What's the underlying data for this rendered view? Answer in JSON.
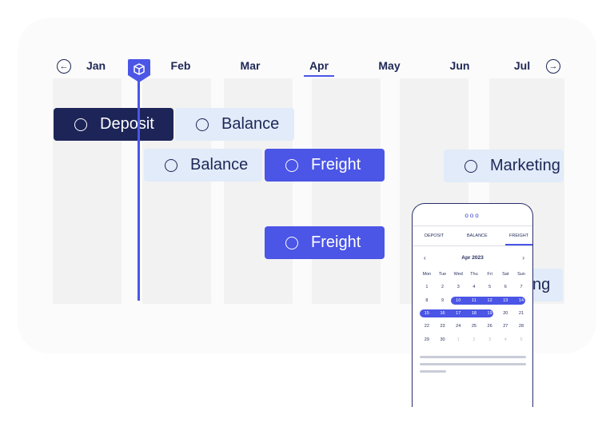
{
  "timeline": {
    "months": [
      "Jan",
      "Feb",
      "Mar",
      "Apr",
      "May",
      "Jun",
      "Jul"
    ],
    "active_month": "Apr",
    "prev_icon": "arrow-left-circle-icon",
    "next_icon": "arrow-right-circle-icon",
    "marker_icon": "package-box-icon",
    "items": [
      {
        "label": "Deposit",
        "style": "dark"
      },
      {
        "label": "Balance",
        "style": "light"
      },
      {
        "label": "Balance",
        "style": "light"
      },
      {
        "label": "Freight",
        "style": "blue"
      },
      {
        "label": "Marketing",
        "style": "light"
      },
      {
        "label": "Freight",
        "style": "blue"
      },
      {
        "label": "ng",
        "style": "light"
      }
    ]
  },
  "colors": {
    "navy": "#1c2458",
    "accent": "#4b55e6",
    "light": "#e1ebf9"
  },
  "phone": {
    "dots": "ooo",
    "tabs": [
      "DEPOSIT",
      "BALANCE",
      "FREIGHT"
    ],
    "active_tab": "FREIGHT",
    "calendar": {
      "title": "Apr 2023",
      "prev": "‹",
      "next": "›",
      "weekdays": [
        "Mon",
        "Tue",
        "Wed",
        "Thu",
        "Fri",
        "Sat",
        "Sun"
      ],
      "weeks": [
        [
          "1",
          "2",
          "3",
          "4",
          "5",
          "6",
          "7"
        ],
        [
          "8",
          "9",
          "10",
          "11",
          "12",
          "13",
          "14"
        ],
        [
          "15",
          "16",
          "17",
          "18",
          "19",
          "20",
          "21"
        ],
        [
          "22",
          "23",
          "24",
          "25",
          "26",
          "27",
          "28"
        ],
        [
          "29",
          "30",
          "1",
          "2",
          "3",
          "4",
          "5"
        ]
      ],
      "selected_ranges": [
        [
          "10",
          "14"
        ],
        [
          "15",
          "19"
        ]
      ]
    }
  }
}
